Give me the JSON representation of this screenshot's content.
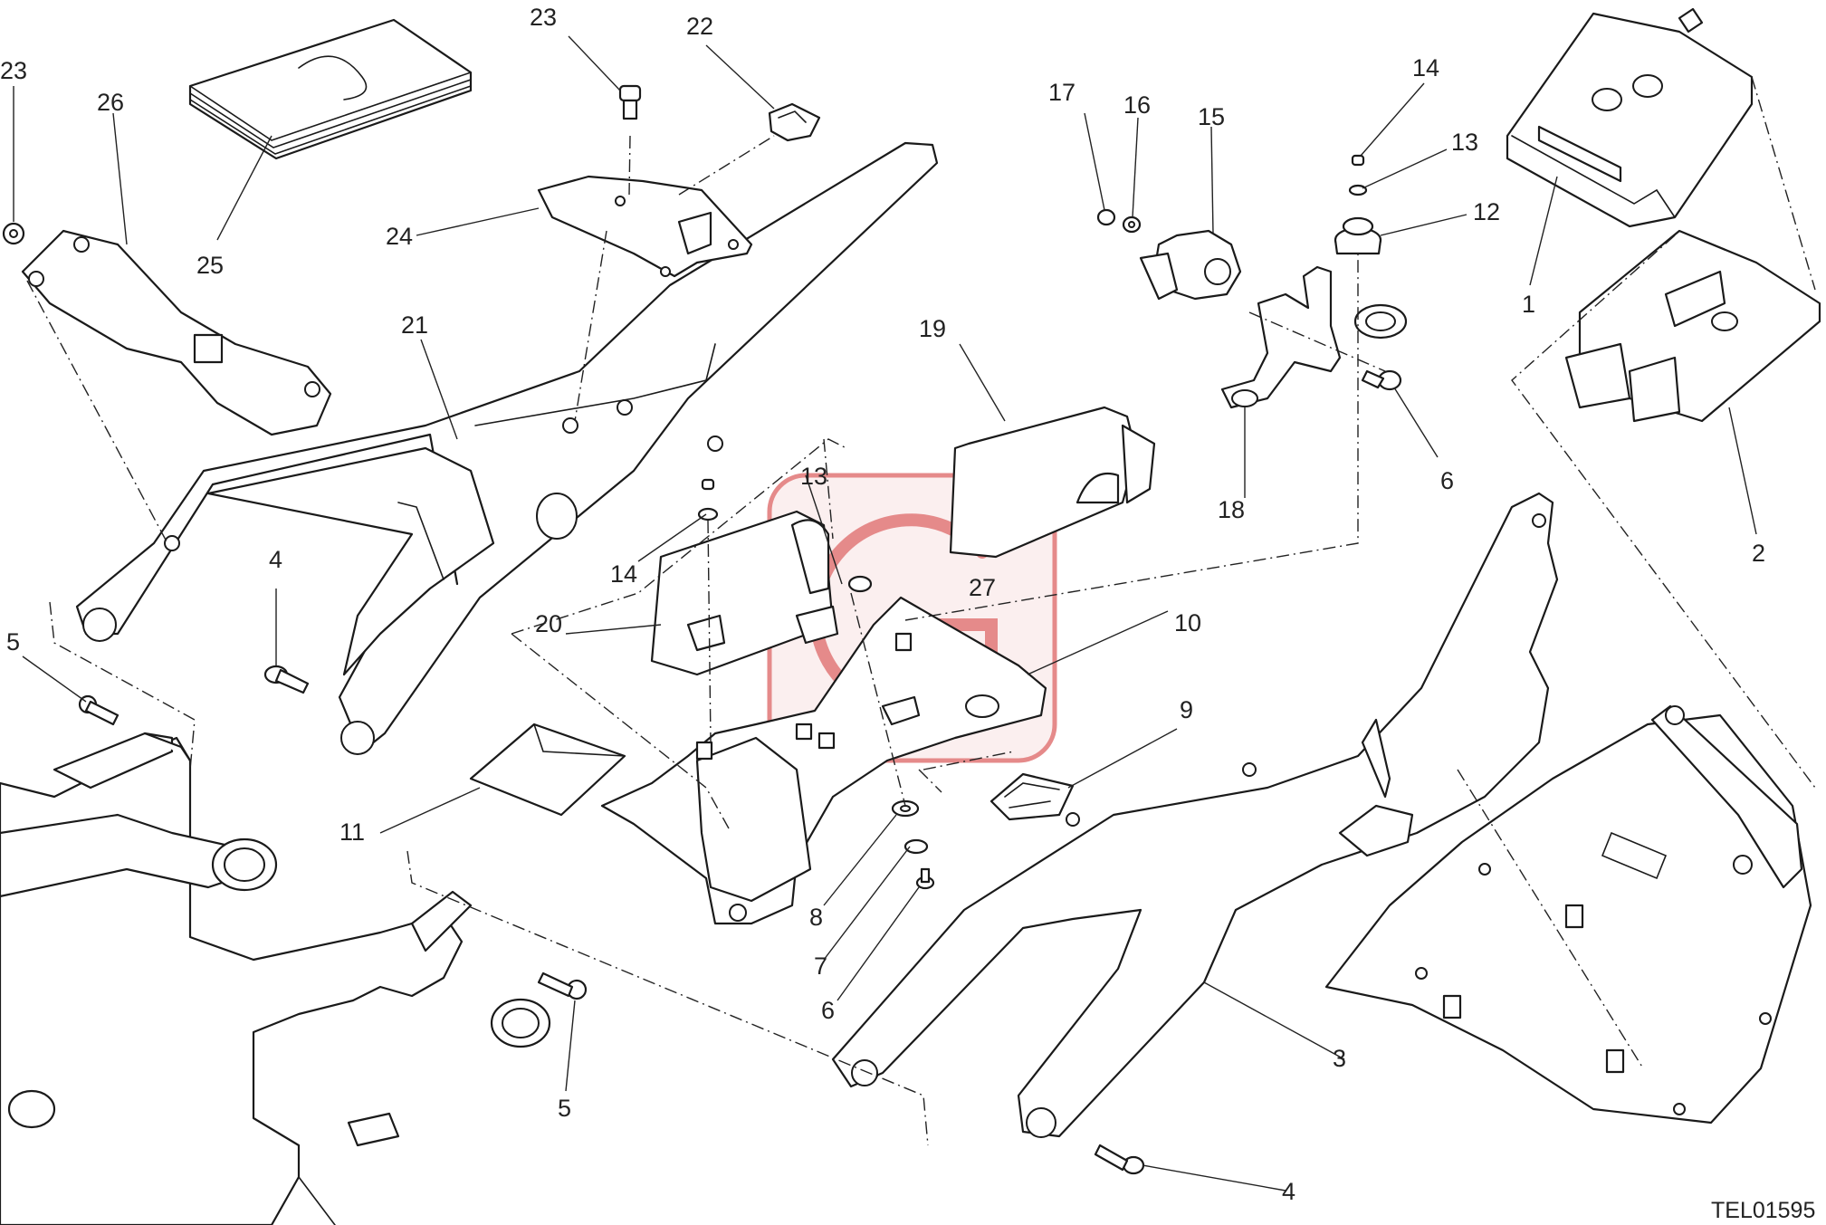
{
  "diagram": {
    "code": "TEL01595",
    "callouts": [
      {
        "id": "c1",
        "label": "1"
      },
      {
        "id": "c2",
        "label": "2"
      },
      {
        "id": "c3",
        "label": "3"
      },
      {
        "id": "c4a",
        "label": "4"
      },
      {
        "id": "c4b",
        "label": "4"
      },
      {
        "id": "c5a",
        "label": "5"
      },
      {
        "id": "c5b",
        "label": "5"
      },
      {
        "id": "c6a",
        "label": "6"
      },
      {
        "id": "c6b",
        "label": "6"
      },
      {
        "id": "c7",
        "label": "7"
      },
      {
        "id": "c8",
        "label": "8"
      },
      {
        "id": "c9",
        "label": "9"
      },
      {
        "id": "c10",
        "label": "10"
      },
      {
        "id": "c11",
        "label": "11"
      },
      {
        "id": "c12",
        "label": "12"
      },
      {
        "id": "c13a",
        "label": "13"
      },
      {
        "id": "c13b",
        "label": "13"
      },
      {
        "id": "c14a",
        "label": "14"
      },
      {
        "id": "c14b",
        "label": "14"
      },
      {
        "id": "c15",
        "label": "15"
      },
      {
        "id": "c16",
        "label": "16"
      },
      {
        "id": "c17",
        "label": "17"
      },
      {
        "id": "c18",
        "label": "18"
      },
      {
        "id": "c19",
        "label": "19"
      },
      {
        "id": "c20",
        "label": "20"
      },
      {
        "id": "c21",
        "label": "21"
      },
      {
        "id": "c22",
        "label": "22"
      },
      {
        "id": "c23a",
        "label": "23"
      },
      {
        "id": "c23b",
        "label": "23"
      },
      {
        "id": "c24",
        "label": "24"
      },
      {
        "id": "c25",
        "label": "25"
      },
      {
        "id": "c26",
        "label": "26"
      },
      {
        "id": "c27",
        "label": "27"
      }
    ],
    "colors": {
      "line": "#1a1a1a",
      "watermark": "#e58a8a"
    }
  }
}
